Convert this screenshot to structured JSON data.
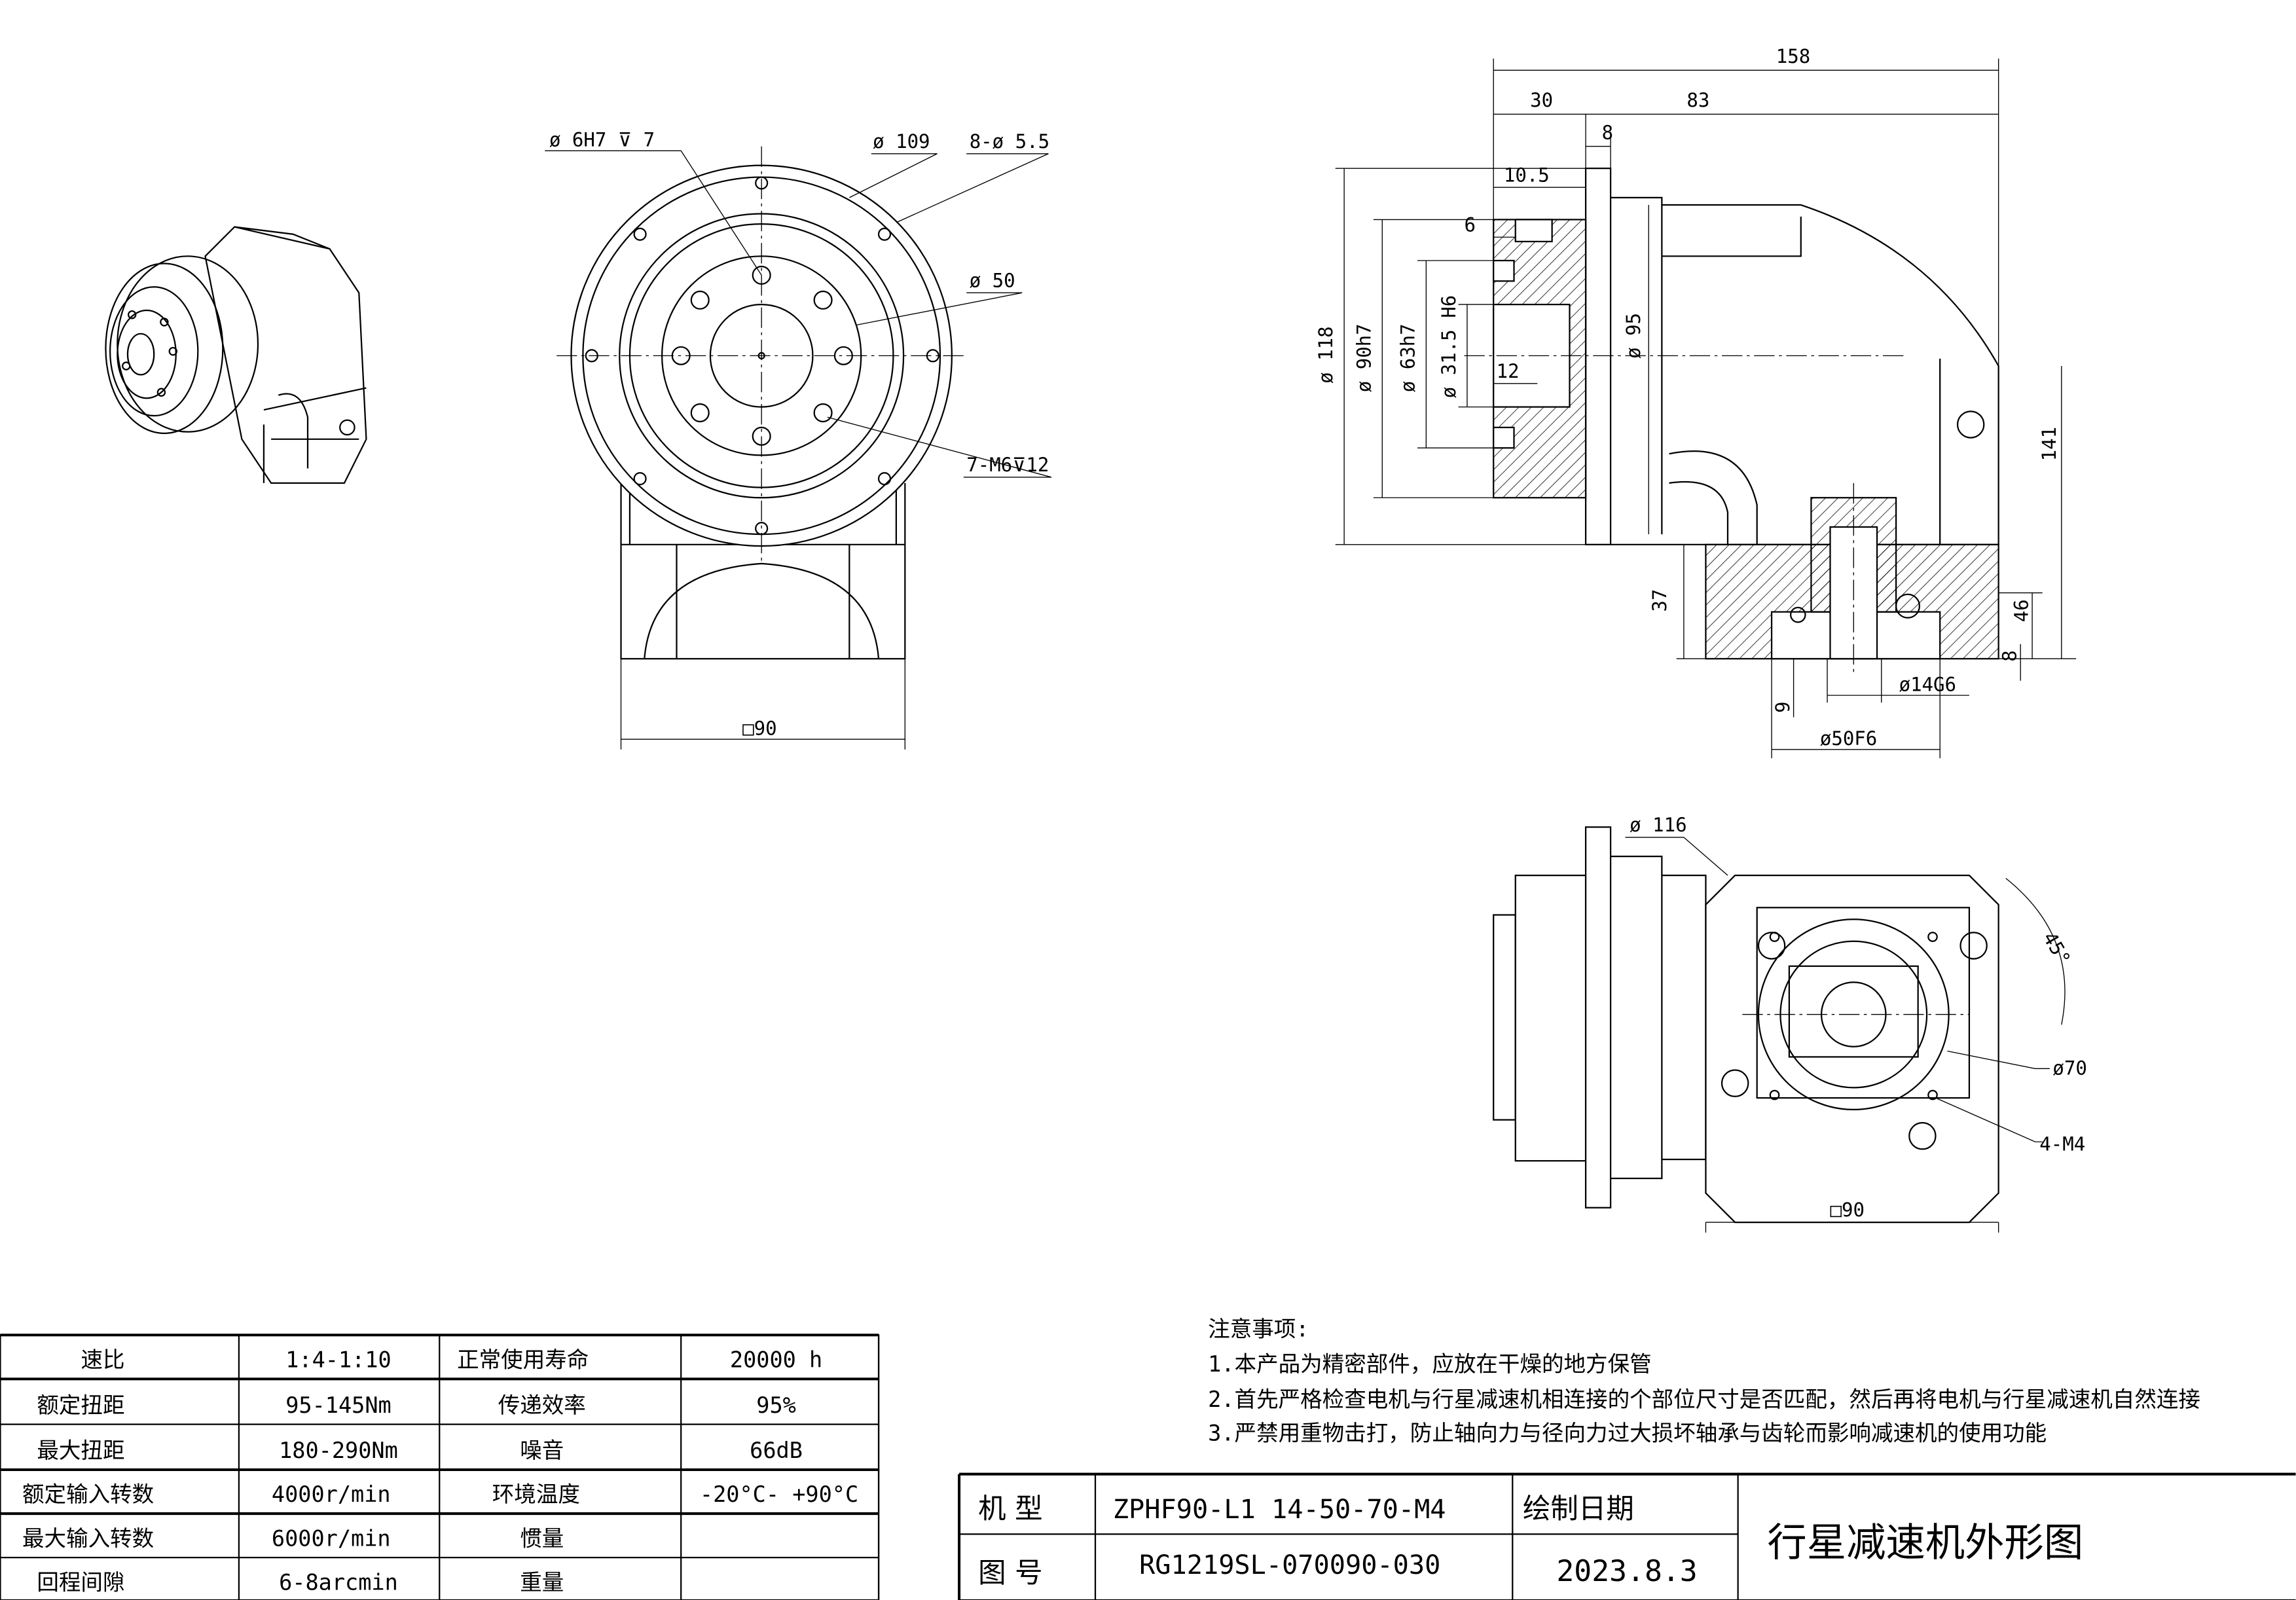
{
  "front_view": {
    "pilot_hole": "ø 6H7 ⊽ 7",
    "flange_dia": "ø 109",
    "flange_holes": "8-ø 5.5",
    "output_dia": "ø 50",
    "output_threads": "7-M6⊽12",
    "square": "□90"
  },
  "side_view": {
    "total_length": "158",
    "flange_offset": "30",
    "body_length": "83",
    "flange_thickness": "8",
    "dim_10_5": "10.5",
    "dim_6": "6",
    "dia_118": "ø 118",
    "dia_90h7": "ø 90h7",
    "dia_63h7": "ø 63h7",
    "dia_31_5H6": "ø 31.5 H6",
    "dim_12": "12",
    "dia_95": "ø 95",
    "height_141": "141",
    "height_37": "37",
    "height_46": "46",
    "dim_8_bottom": "8",
    "dim_9": "9",
    "dia_14G6": "ø14G6",
    "dia_50F6": "ø50F6"
  },
  "bottom_view": {
    "dia_116": "ø 116",
    "angle": "45°",
    "dia_70": "ø70",
    "threads": "4-M4",
    "square": "□90"
  },
  "spec_table": {
    "rows": [
      [
        "速比",
        "1:4-1:10",
        "正常使用寿命",
        "20000  h"
      ],
      [
        "额定扭距",
        "95-145Nm",
        "传递效率",
        "95%"
      ],
      [
        "最大扭距",
        "180-290Nm",
        "噪音",
        "66dB"
      ],
      [
        "额定输入转数",
        "4000r/min",
        "环境温度",
        "-20°C-  +90°C"
      ],
      [
        "最大输入转数",
        "6000r/min",
        "惯量",
        ""
      ],
      [
        "回程间隙",
        "6-8arcmin",
        "重量",
        ""
      ]
    ]
  },
  "notes": {
    "title": "注意事项:",
    "items": [
      "1.本产品为精密部件，应放在干燥的地方保管",
      "2.首先严格检查电机与行星减速机相连接的个部位尺寸是否匹配，然后再将电机与行星减速机自然连接",
      "3.严禁用重物击打，防止轴向力与径向力过大损坏轴承与齿轮而影响减速机的使用功能"
    ]
  },
  "title_block": {
    "model_label": "机 型",
    "model_value": "ZPHF90-L1 14-50-70-M4",
    "date_label": "绘制日期",
    "drawing_no_label": "图 号",
    "drawing_no_value": "RG1219SL-070090-030",
    "date_value": "2023.8.3",
    "title": "行星减速机外形图"
  }
}
